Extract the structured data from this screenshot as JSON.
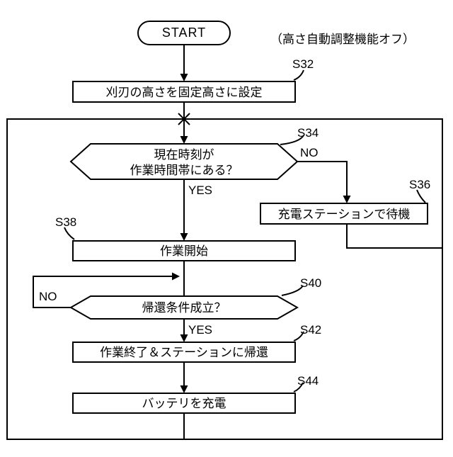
{
  "flowchart": {
    "note": "（高さ自動調整機能オフ）",
    "start": "START",
    "s32": {
      "id": "S32",
      "text": "刈刃の高さを固定高さに設定"
    },
    "s34": {
      "id": "S34",
      "line1": "現在時刻が",
      "line2": "作業時間帯にある？",
      "yes": "YES",
      "no": "NO"
    },
    "s36": {
      "id": "S36",
      "text": "充電ステーションで待機"
    },
    "s38": {
      "id": "S38",
      "text": "作業開始"
    },
    "s40": {
      "id": "S40",
      "text": "帰還条件成立？",
      "yes": "YES",
      "no": "NO"
    },
    "s42": {
      "id": "S42",
      "text": "作業終了＆ステーションに帰還"
    },
    "s44": {
      "id": "S44",
      "text": "バッテリを充電"
    },
    "colors": {
      "line": "#000000",
      "background": "#ffffff"
    }
  }
}
